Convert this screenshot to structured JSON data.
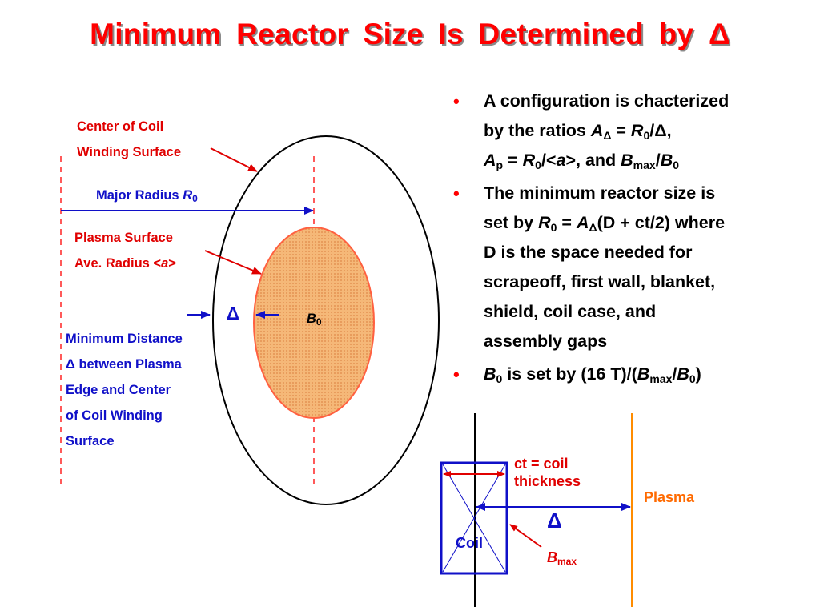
{
  "slide": {
    "title_main": "Minimum  Reactor  Size  Is  Determined  by ",
    "title_symbol": "Δ"
  },
  "bullets": {
    "b1_line1": "A configuration is chacterized",
    "b1_line2a": "by the ratios ",
    "b1_A": "A",
    "b1_A_sub": "Δ",
    "b1_eq1": " = ",
    "b1_R": "R",
    "b1_R_sub": "0",
    "b1_tail1": "/Δ,",
    "b1_Ap": "A",
    "b1_Ap_sub": "p",
    "b1_eq2": " = ",
    "b1_R2": "R",
    "b1_R2_sub": "0",
    "b1_mid2": "/<",
    "b1_a": "a",
    "b1_tail2": ">, and ",
    "b1_B": "B",
    "b1_B_sub": "max",
    "b1_slash": "/",
    "b1_B0": "B",
    "b1_B0_sub": "0",
    "b2_line1": "The minimum reactor size is",
    "b2_set_by": "set by ",
    "b2_R": "R",
    "b2_R_sub": "0",
    "b2_eq": " = ",
    "b2_A": "A",
    "b2_A_sub": "Δ",
    "b2_tail": "(D + ct/2) where",
    "b2_line3": "D is the space needed  for",
    "b2_line4": "scrapeoff, first wall, blanket,",
    "b2_line5": "shield, coil case, and",
    "b2_line6": "assembly gaps",
    "b3_B": "B",
    "b3_B_sub": "0",
    "b3_mid": " is set by (16 T)/(",
    "b3_Bmax": "B",
    "b3_Bmax_sub": "max",
    "b3_slash": "/",
    "b3_B0": "B",
    "b3_B0_sub": "0",
    "b3_close": ")"
  },
  "left_diagram": {
    "center_coil_1": "Center of Coil",
    "center_coil_2": "Winding Surface",
    "major_radius": "Major Radius ",
    "major_radius_R": "R",
    "major_radius_sub": "0",
    "plasma_surface_1": "Plasma Surface",
    "plasma_surface_2": "Ave. Radius <",
    "plasma_surface_a": "a",
    "plasma_surface_close": ">",
    "delta_symbol": "Δ",
    "b0": "B",
    "b0_sub": "0",
    "min_dist_1": "Minimum Distance",
    "min_dist_2": "Δ between Plasma",
    "min_dist_3": "Edge and Center",
    "min_dist_4": "of Coil Winding",
    "min_dist_5": "Surface"
  },
  "right_diagram": {
    "ct_1": "ct = coil",
    "ct_2": "thickness",
    "plasma": "Plasma",
    "delta": "Δ",
    "coil": "Coil",
    "bmax": "B",
    "bmax_sub": "max"
  },
  "colors": {
    "title": "#ff0000",
    "red_label": "#e00000",
    "blue_label": "#1010c8",
    "plasma_fill": "#f5b878",
    "plasma_edge": "#ff6040",
    "plasma_right": "#ff8c00"
  }
}
